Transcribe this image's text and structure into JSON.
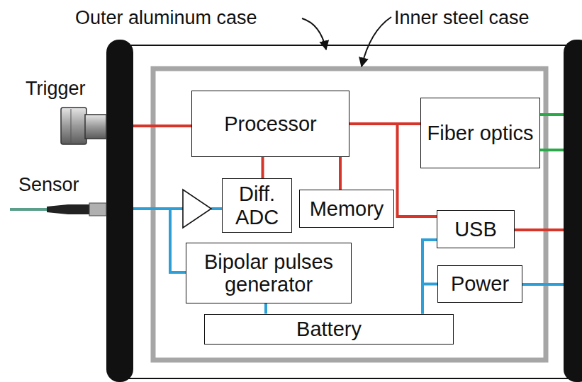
{
  "diagram": {
    "nodes": [
      {
        "text": [
          "Processor"
        ]
      },
      {
        "text": [
          "Fiber optics"
        ]
      },
      {
        "text": [
          "Diff. ADC"
        ]
      },
      {
        "text": [
          "Memory"
        ]
      },
      {
        "text": [
          "USB"
        ]
      },
      {
        "text": [
          "Bipolar pulses generator"
        ]
      },
      {
        "text": [
          "Power"
        ]
      },
      {
        "text": [
          "Battery"
        ]
      }
    ],
    "edges": [
      {
        "from": 0,
        "to": 2,
        "arrow": "none"
      },
      {
        "from": 0,
        "to": 3,
        "arrow": "none"
      },
      {
        "from": 0,
        "to": 1,
        "arrow": "none"
      },
      {
        "from": 0,
        "to": 4,
        "arrow": "none"
      },
      {
        "from": 7,
        "to": 5,
        "arrow": "none"
      },
      {
        "from": 7,
        "to": 4,
        "arrow": "none"
      },
      {
        "from": 7,
        "to": 6,
        "arrow": "none"
      }
    ],
    "labels": [
      "Outer aluminum case",
      "Inner steel case",
      "Trigger",
      "Sensor"
    ]
  }
}
